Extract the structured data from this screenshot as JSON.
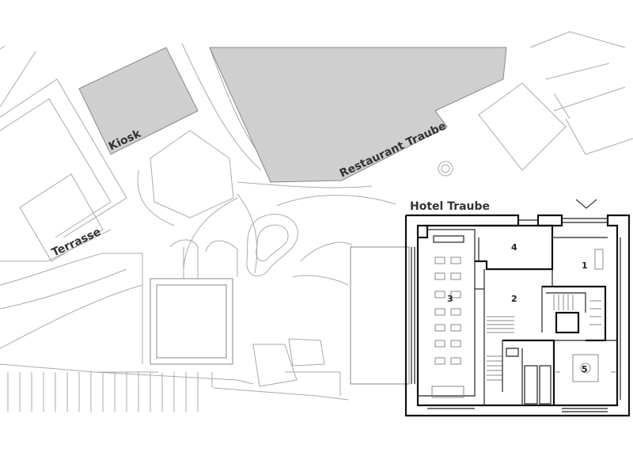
{
  "labels": {
    "kiosk": "Kiosk",
    "restaurant": "Restaurant Traube",
    "terrasse": "Terrasse",
    "hotel": "Hotel Traube"
  },
  "rooms": [
    "1",
    "2",
    "3",
    "4",
    "5"
  ],
  "colors": {
    "building_fill": "#cfcfcf",
    "wall": "#111111",
    "context_line": "#aaaaaa"
  }
}
